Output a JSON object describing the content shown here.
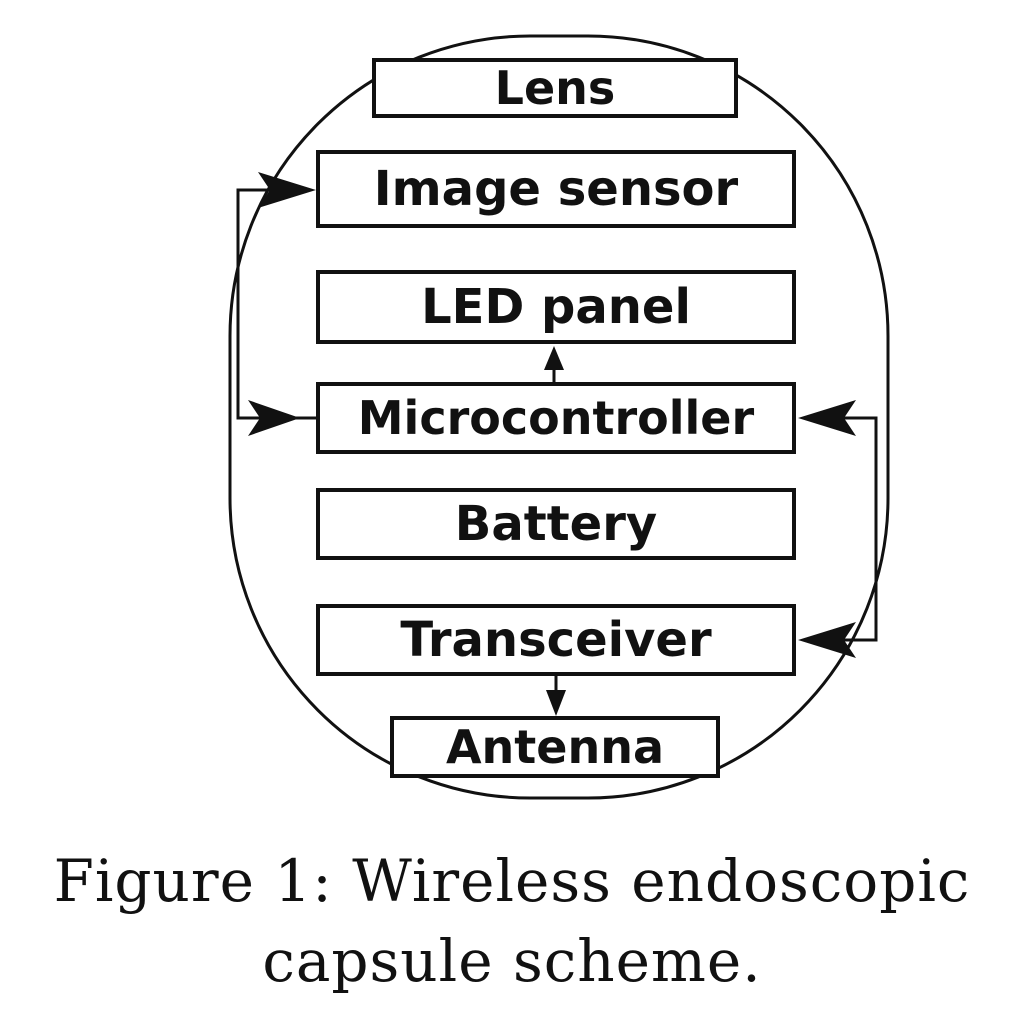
{
  "diagram": {
    "blocks": {
      "lens": "Lens",
      "image_sensor": "Image sensor",
      "led_panel": "LED panel",
      "microcontroller": "Microcontroller",
      "battery": "Battery",
      "transceiver": "Transceiver",
      "antenna": "Antenna"
    }
  },
  "caption": {
    "line1": "Figure 1: Wireless endoscopic",
    "line2": "capsule scheme."
  }
}
